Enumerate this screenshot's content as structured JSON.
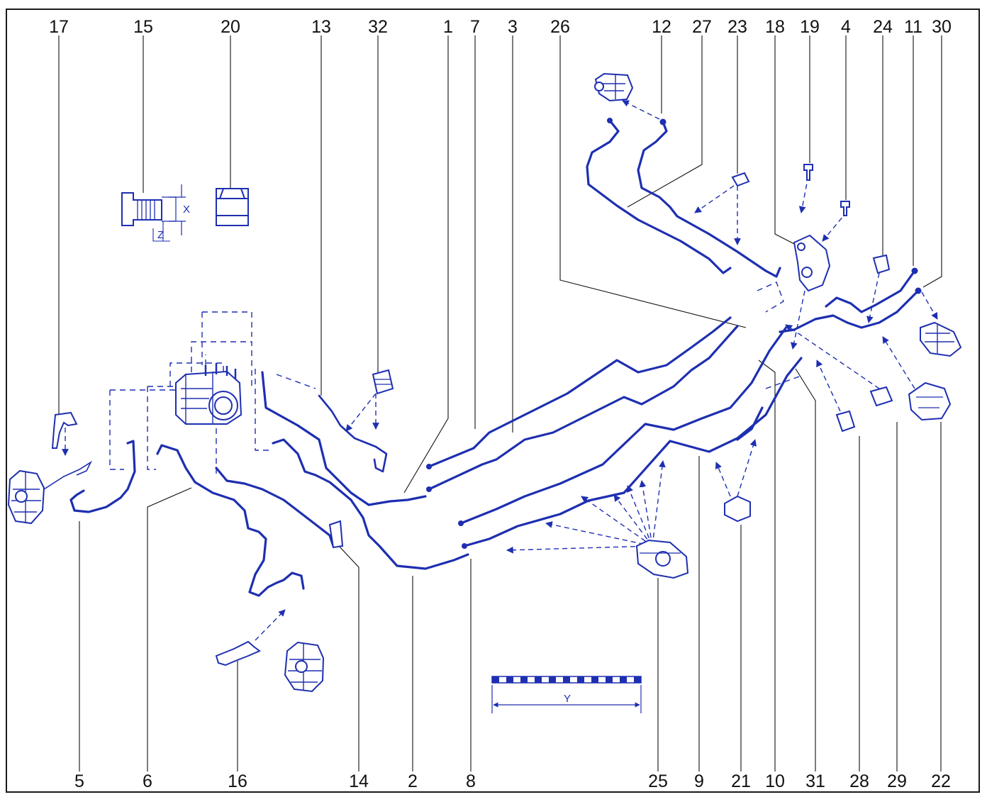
{
  "colors": {
    "line": "#1e2fb0",
    "label": "#111111",
    "border": "#1a1a1a"
  },
  "callouts_top": [
    "17",
    "15",
    "20",
    "13",
    "32",
    "1",
    "7",
    "3",
    "26",
    "12",
    "27",
    "23",
    "18",
    "19",
    "4",
    "24",
    "11",
    "30"
  ],
  "callouts_bottom": [
    "5",
    "6",
    "16",
    "14",
    "2",
    "8",
    "25",
    "9",
    "21",
    "10",
    "31",
    "28",
    "29",
    "22"
  ],
  "dimensions": {
    "x": "X",
    "z": "Z",
    "y": "Y"
  }
}
